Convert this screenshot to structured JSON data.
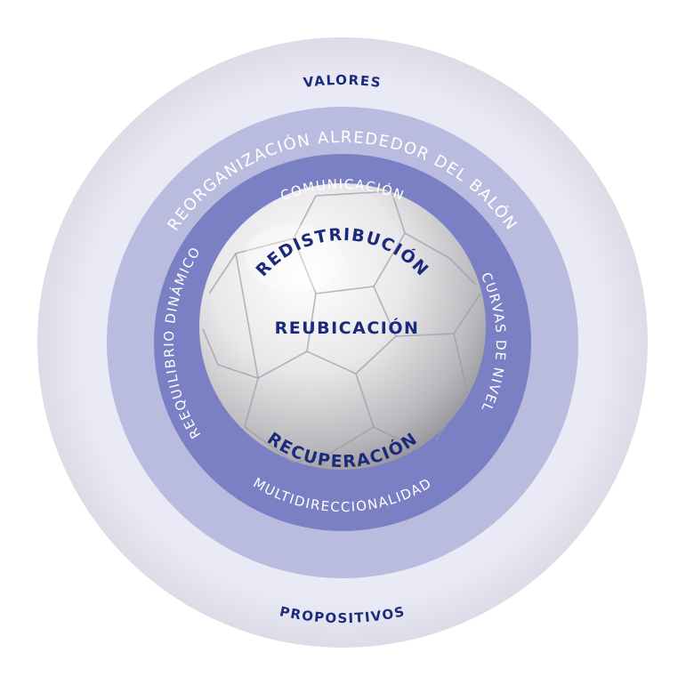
{
  "outer_ring": {
    "top_label": "VALORES",
    "bottom_label": "PROPOSITIVOS"
  },
  "middle_ring": {
    "top_label": "REORGANIZACIÓN ALREDEDOR DEL BALÓN"
  },
  "inner_ring": {
    "top_label": "COMUNICACIÓN",
    "left_label": "REEQUILIBRIO DINÁMICO",
    "right_label": "CURVAS DE NIVEL",
    "bottom_label": "MULTIDIRECCIONALIDAD"
  },
  "core": {
    "top_label": "REDISTRIBUCIÓN",
    "center_label": "REUBICACIÓN",
    "bottom_label": "RECUPERACIÓN"
  },
  "colors": {
    "outer_ring": "#e9eaf5",
    "middle_ring": "#b9bcdf",
    "inner_ring": "#7a80c3",
    "navy_text": "#1c2a7c",
    "light_text": "#ffffff"
  }
}
